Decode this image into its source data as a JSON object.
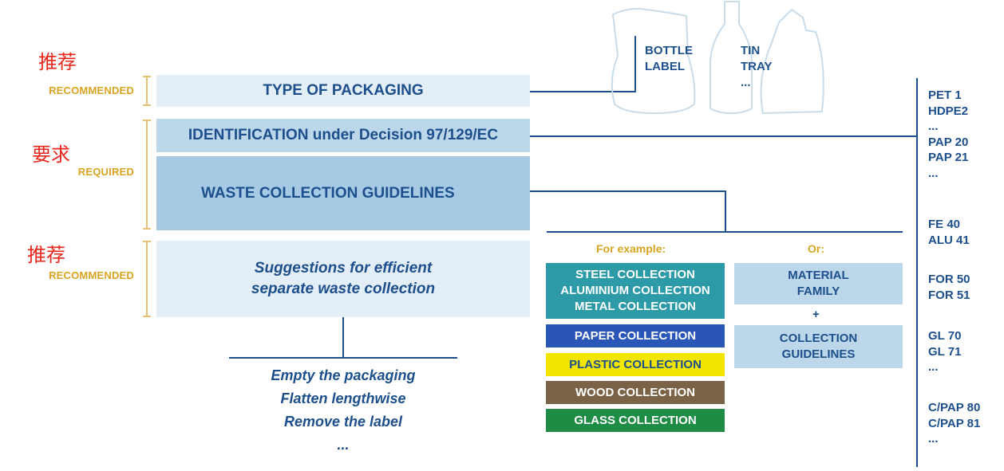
{
  "labels": {
    "cn_recommended_1": "推荐",
    "cn_required": "要求",
    "cn_recommended_2": "推荐",
    "recommended_1": "RECOMMENDED",
    "required": "REQUIRED",
    "recommended_2": "RECOMMENDED"
  },
  "boxes": {
    "type_of_packaging": "TYPE OF PACKAGING",
    "identification": "IDENTIFICATION under Decision 97/129/EC",
    "waste_guidelines": "WASTE COLLECTION GUIDELINES",
    "suggestions_line1": "Suggestions for efficient",
    "suggestions_line2": "separate waste collection"
  },
  "packaging_examples": {
    "left": [
      "BOTTLE",
      "LABEL"
    ],
    "right": [
      "TIN",
      "TRAY",
      "..."
    ]
  },
  "example_section": {
    "for_example": "For example:",
    "or": "Or:",
    "collections": [
      {
        "lines": [
          "STEEL COLLECTION",
          "ALUMINIUM COLLECTION",
          "METAL COLLECTION"
        ],
        "color": "#2d9aa8"
      },
      {
        "lines": [
          "PAPER COLLECTION"
        ],
        "color": "#2a56b8"
      },
      {
        "lines": [
          "PLASTIC COLLECTION"
        ],
        "color": "#f2e600",
        "text_color": "#1c4f8c"
      },
      {
        "lines": [
          "WOOD COLLECTION"
        ],
        "color": "#7a6346"
      },
      {
        "lines": [
          "GLASS COLLECTION"
        ],
        "color": "#1e8c45"
      }
    ],
    "material_family": [
      "MATERIAL",
      "FAMILY"
    ],
    "plus": "+",
    "collection_guidelines": [
      "COLLECTION",
      "GUIDELINES"
    ]
  },
  "material_codes": [
    "PET 1",
    "HDPE2",
    "...",
    "PAP 20",
    "PAP 21",
    "...",
    "FE 40",
    "ALU 41",
    "FOR 50",
    "FOR 51",
    "GL 70",
    "GL 71",
    "...",
    "C/PAP 80",
    "C/PAP 81",
    "..."
  ],
  "steps": [
    "Empty the packaging",
    "Flatten lengthwise",
    "Remove the label",
    "..."
  ],
  "colors": {
    "dark_blue": "#1c4f8c",
    "gold": "#d9a520",
    "red": "#e8261c"
  }
}
